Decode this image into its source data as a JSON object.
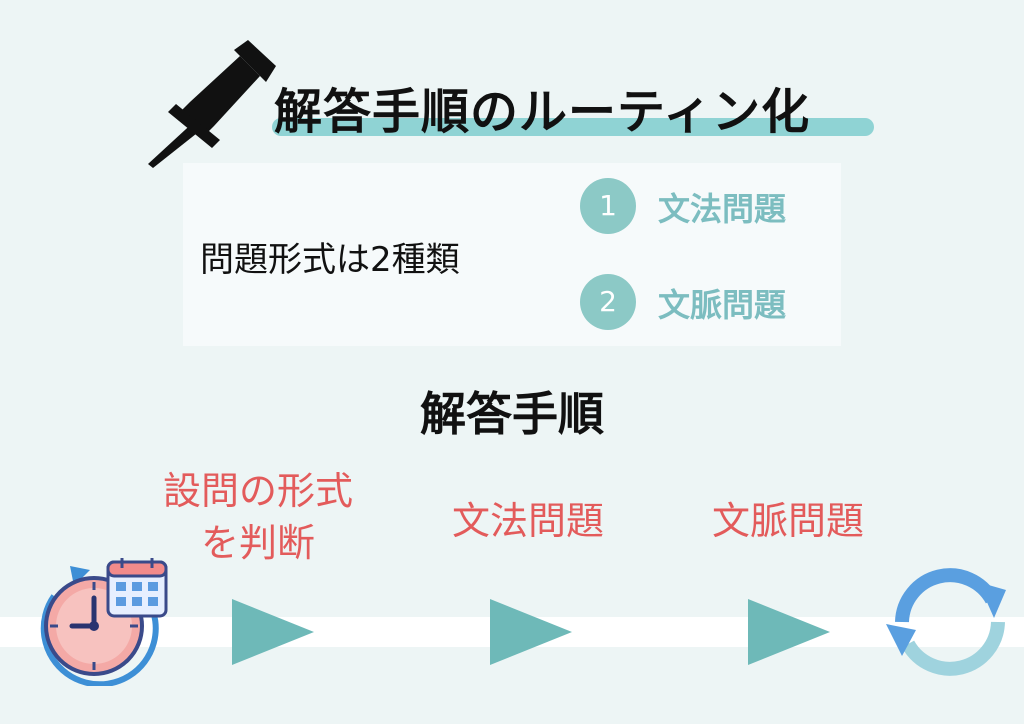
{
  "title": "解答手順のルーティン化",
  "panel": {
    "format_text": "問題形式は2種類",
    "types": [
      {
        "number": "1",
        "label": "文法問題"
      },
      {
        "number": "2",
        "label": "文脈問題"
      }
    ]
  },
  "steps_heading": "解答手順",
  "steps": [
    {
      "line1": "設問の形式",
      "line2": "を判断"
    },
    {
      "line1": "文法問題"
    },
    {
      "line1": "文脈問題"
    }
  ],
  "icons": {
    "pin": "pushpin-icon",
    "clock": "clock-calendar-icon",
    "arrow": "arrow-right-icon",
    "cycle": "refresh-cycle-icon"
  },
  "colors": {
    "background": "#edf5f5",
    "accent_teal": "#8fd3d4",
    "badge": "#8cc9c6",
    "type_text": "#7cbdc0",
    "step_text": "#e35b5b",
    "arrow": "#6eb9b8"
  }
}
